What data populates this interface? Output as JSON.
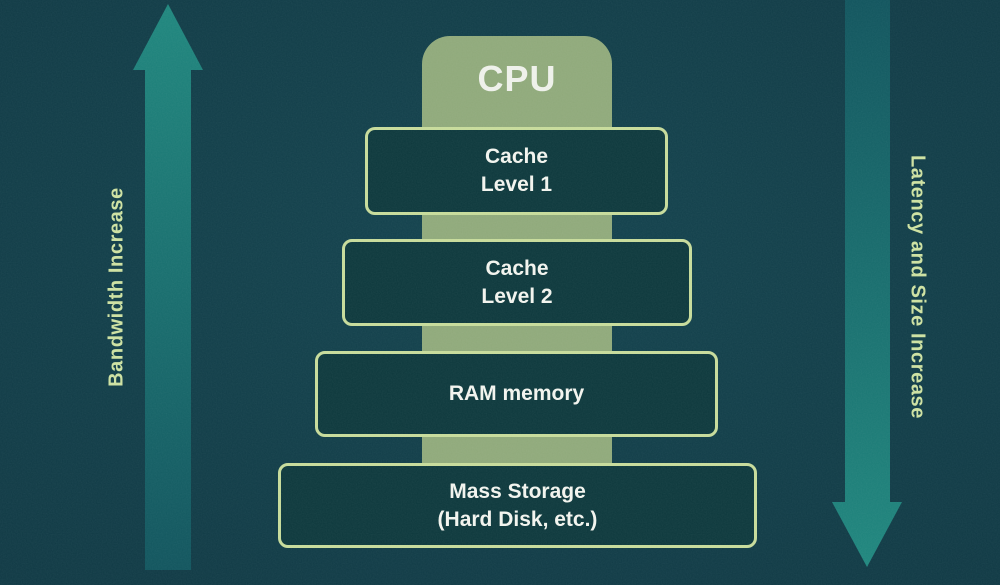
{
  "diagram": {
    "cpu_label": "CPU",
    "levels": [
      {
        "name": "cache-level-1",
        "lines": [
          "Cache",
          "Level 1"
        ]
      },
      {
        "name": "cache-level-2",
        "lines": [
          "Cache",
          "Level 2"
        ]
      },
      {
        "name": "ram-memory",
        "lines": [
          "RAM memory"
        ]
      },
      {
        "name": "mass-storage",
        "lines": [
          "Mass Storage",
          "(Hard Disk, etc.)"
        ]
      }
    ],
    "left_arrow_label": "Bandwidth Increase",
    "right_arrow_label": "Latency and Size Increase",
    "colors": {
      "background": "#0f3a45",
      "arrow_teal_bright": "#1e867d",
      "arrow_teal_dark": "#10545d",
      "cpu_column_green": "#8fa97a",
      "box_border_green": "#c6db9a",
      "box_fill": "#0c383c",
      "box_text": "#f2f4ee",
      "side_label_text": "#cde1a1"
    }
  }
}
